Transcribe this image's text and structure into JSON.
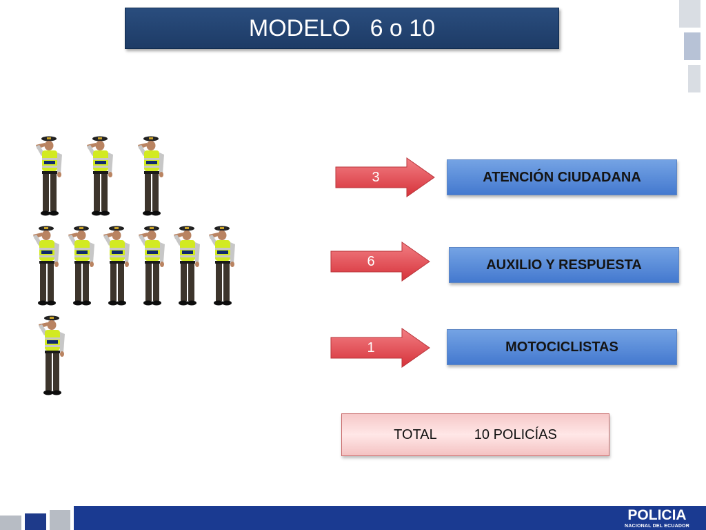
{
  "title": "MODELO   6 o 10",
  "assignments": [
    {
      "count": "3",
      "unit": "ATENCIÓN CIUDADANA"
    },
    {
      "count": "6",
      "unit": "AUXILIO Y RESPUESTA"
    },
    {
      "count": "1",
      "unit": "MOTOCICLISTAS"
    }
  ],
  "total": {
    "label": "TOTAL",
    "value": "10 POLICÍAS"
  },
  "officers": {
    "row1": 3,
    "row2": 6,
    "row3": 1
  },
  "footer": {
    "brand": "POLICIA",
    "brand_sub": "NACIONAL DEL ECUADOR"
  },
  "colors": {
    "title_bg": "#1f3f6b",
    "arrow": "#e5484f",
    "unit_box": "#5a8ad8",
    "total_box": "#fbd6d6",
    "footer": "#1a3a91"
  }
}
